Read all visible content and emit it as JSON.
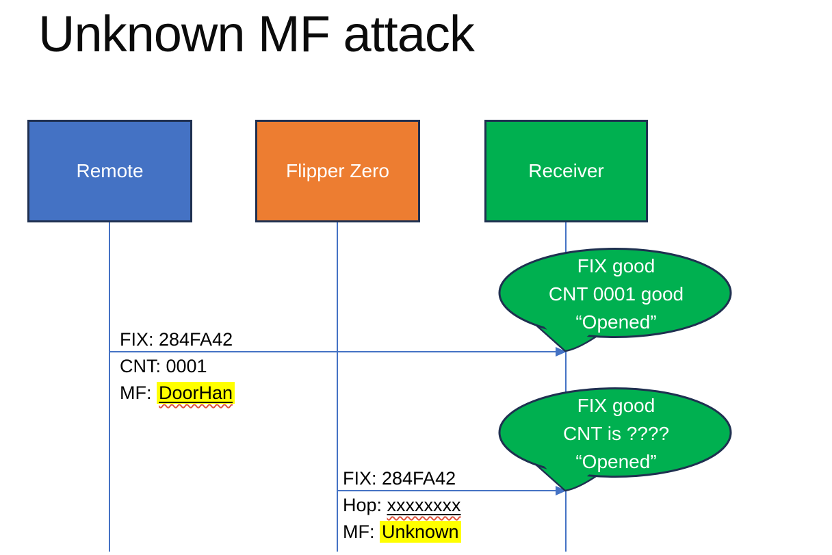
{
  "slide": {
    "title": "Unknown MF attack"
  },
  "actors": {
    "remote": {
      "label": "Remote",
      "fill": "#4472C4"
    },
    "flipper": {
      "label": "Flipper Zero",
      "fill": "#ED7D31"
    },
    "receiver": {
      "label": "Receiver",
      "fill": "#00B050"
    }
  },
  "colors": {
    "box_border": "#1F3050",
    "connector_blue": "#4472C4",
    "bubble_green": "#00B050",
    "highlight_yellow": "#FFFF00",
    "squiggle_red": "#E0543C"
  },
  "message1": {
    "from": "Remote",
    "to": "Receiver",
    "line1": "FIX: 284FA42",
    "line2": "CNT: 0001",
    "line3_prefix": "MF: ",
    "line3_highlight": "DoorHan"
  },
  "message2": {
    "from": "Flipper Zero",
    "to": "Receiver",
    "line1": "FIX: 284FA42",
    "line2_prefix": "Hop: ",
    "line2_underlined": "xxxxxxxx",
    "line3_prefix": "MF: ",
    "line3_highlight": "Unknown"
  },
  "bubble1": {
    "line1": "FIX good",
    "line2": "CNT 0001 good",
    "line3": "“Opened”"
  },
  "bubble2": {
    "line1": "FIX good",
    "line2": "CNT is ????",
    "line3": "“Opened”"
  }
}
